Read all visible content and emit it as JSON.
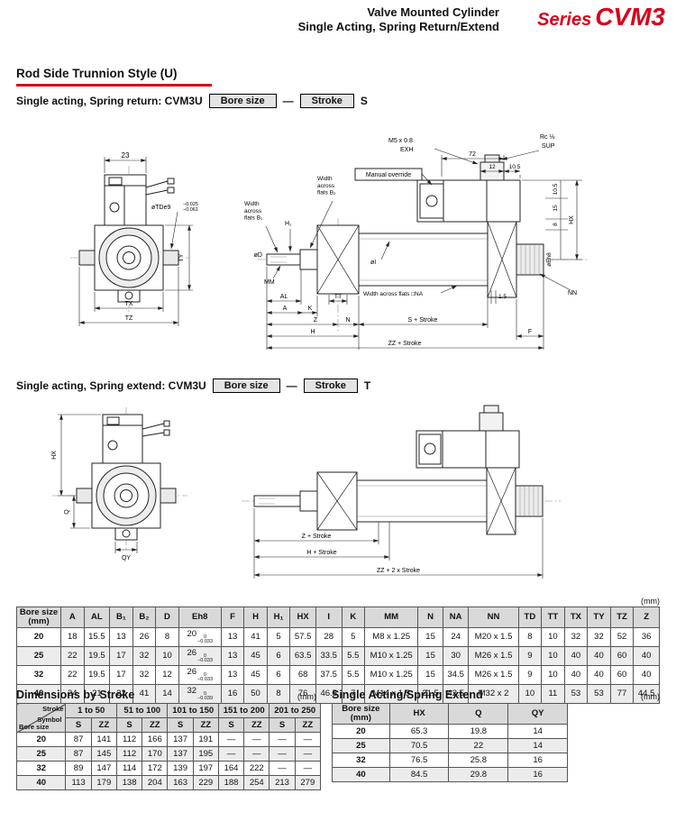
{
  "colors": {
    "accent_red": "#d6001c",
    "table_header_bg": "#d9d9d9",
    "row_alt_bg": "#ececec",
    "box_bg": "#e4e4e4"
  },
  "header": {
    "title_line1": "Valve Mounted Cylinder",
    "title_line2": "Single Acting, Spring Return/Extend",
    "series_prefix": "Series",
    "series_name": "CVM3"
  },
  "section_title": "Rod Side Trunnion Style (U)",
  "ordering_return": {
    "label": "Single acting, Spring return: CVM3U",
    "bore_box": "Bore size",
    "dash": "—",
    "stroke_box": "Stroke",
    "suffix": "S"
  },
  "ordering_extend": {
    "label": "Single acting, Spring extend: CVM3U",
    "bore_box": "Bore size",
    "dash": "—",
    "stroke_box": "Stroke",
    "suffix": "T"
  },
  "drawing1": {
    "dim_23": "23",
    "otd_label": "øTDe9",
    "otd_tol_top": "−0.025",
    "otd_tol_bot": "−0.061",
    "dim_ty": "TY",
    "dim_tx": "TX",
    "dim_tz": "TZ",
    "waf_b1": "Width\nacross\nflats B₁",
    "waf_b2": "Width\nacross\nflats B₂",
    "manual_override": "Manual override",
    "m5": "M5 x 0.8",
    "exh": "EXH",
    "dim_72": "72",
    "dim_12": "12",
    "dim_105a": "10.5",
    "rc": "Rc ⅛",
    "sup": "SUP",
    "h1": "H₁",
    "od": "øD",
    "mm": "MM",
    "oi": "øI",
    "al": "AL",
    "a": "A",
    "k": "K",
    "tt": "TT",
    "z": "Z",
    "n": "N",
    "h": "H",
    "waf_na": "Width across flats □NA",
    "s_stroke": "S + Stroke",
    "zz_stroke": "ZZ + Stroke",
    "dim_15": "1.5",
    "f": "F",
    "nn": "NN",
    "oe": "øEh8",
    "hx": "HX",
    "d105b": "10.5",
    "d15": "15",
    "d8": "8"
  },
  "drawing2": {
    "hx": "HX",
    "q": "Q",
    "qy": "QY",
    "z_stroke": "Z + Stroke",
    "h_stroke": "H + Stroke",
    "zz2_stroke": "ZZ + 2 x Stroke"
  },
  "dim_table": {
    "unit": "(mm)",
    "headers": [
      "Bore size (mm)",
      "A",
      "AL",
      "B₁",
      "B₂",
      "D",
      "Eh8",
      "F",
      "H",
      "H₁",
      "HX",
      "I",
      "K",
      "MM",
      "N",
      "NA",
      "NN",
      "TD",
      "TT",
      "TX",
      "TY",
      "TZ",
      "Z"
    ],
    "rows": [
      [
        "20",
        "18",
        "15.5",
        "13",
        "26",
        "8",
        "20|0|−0.033",
        "13",
        "41",
        "5",
        "57.5",
        "28",
        "5",
        "M8 x 1.25",
        "15",
        "24",
        "M20 x 1.5",
        "8",
        "10",
        "32",
        "32",
        "52",
        "36"
      ],
      [
        "25",
        "22",
        "19.5",
        "17",
        "32",
        "10",
        "26|0|−0.033",
        "13",
        "45",
        "6",
        "63.5",
        "33.5",
        "5.5",
        "M10 x 1.25",
        "15",
        "30",
        "M26 x 1.5",
        "9",
        "10",
        "40",
        "40",
        "60",
        "40"
      ],
      [
        "32",
        "22",
        "19.5",
        "17",
        "32",
        "12",
        "26|0|−0.033",
        "13",
        "45",
        "6",
        "68",
        "37.5",
        "5.5",
        "M10 x 1.25",
        "15",
        "34.5",
        "M26 x 1.5",
        "9",
        "10",
        "40",
        "40",
        "60",
        "40"
      ],
      [
        "40",
        "24",
        "21",
        "22",
        "41",
        "14",
        "32|0|−0.039",
        "16",
        "50",
        "8",
        "76",
        "46.5",
        "7",
        "M14 x 1.5",
        "21.5",
        "42.5",
        "M32 x 2",
        "10",
        "11",
        "53",
        "53",
        "77",
        "44.5"
      ]
    ]
  },
  "stroke_table": {
    "title": "Dimensions by Stroke",
    "unit": "(mm)",
    "header_rows": [
      [
        {
          "diag": true,
          "rowspan": 2,
          "top": "Stroke",
          "mid": "Symbol",
          "bot": "Bore size"
        },
        {
          "t": "1 to 50",
          "colspan": 2
        },
        {
          "t": "51 to 100",
          "colspan": 2
        },
        {
          "t": "101 to 150",
          "colspan": 2
        },
        {
          "t": "151 to 200",
          "colspan": 2
        },
        {
          "t": "201 to 250",
          "colspan": 2
        }
      ],
      [
        {
          "t": "S"
        },
        {
          "t": "ZZ"
        },
        {
          "t": "S"
        },
        {
          "t": "ZZ"
        },
        {
          "t": "S"
        },
        {
          "t": "ZZ"
        },
        {
          "t": "S"
        },
        {
          "t": "ZZ"
        },
        {
          "t": "S"
        },
        {
          "t": "ZZ"
        }
      ]
    ],
    "rows": [
      [
        "20",
        "87",
        "141",
        "112",
        "166",
        "137",
        "191",
        "—",
        "—",
        "—",
        "—"
      ],
      [
        "25",
        "87",
        "145",
        "112",
        "170",
        "137",
        "195",
        "—",
        "—",
        "—",
        "—"
      ],
      [
        "32",
        "89",
        "147",
        "114",
        "172",
        "139",
        "197",
        "164",
        "222",
        "—",
        "—"
      ],
      [
        "40",
        "113",
        "179",
        "138",
        "204",
        "163",
        "229",
        "188",
        "254",
        "213",
        "279"
      ]
    ]
  },
  "extend_table": {
    "title": "Single Acting/Spring Extend",
    "unit": "(mm)",
    "headers": [
      "Bore size (mm)",
      "HX",
      "Q",
      "QY"
    ],
    "rows": [
      [
        "20",
        "65.3",
        "19.8",
        "14"
      ],
      [
        "25",
        "70.5",
        "22",
        "14"
      ],
      [
        "32",
        "76.5",
        "25.8",
        "16"
      ],
      [
        "40",
        "84.5",
        "29.8",
        "16"
      ]
    ]
  }
}
